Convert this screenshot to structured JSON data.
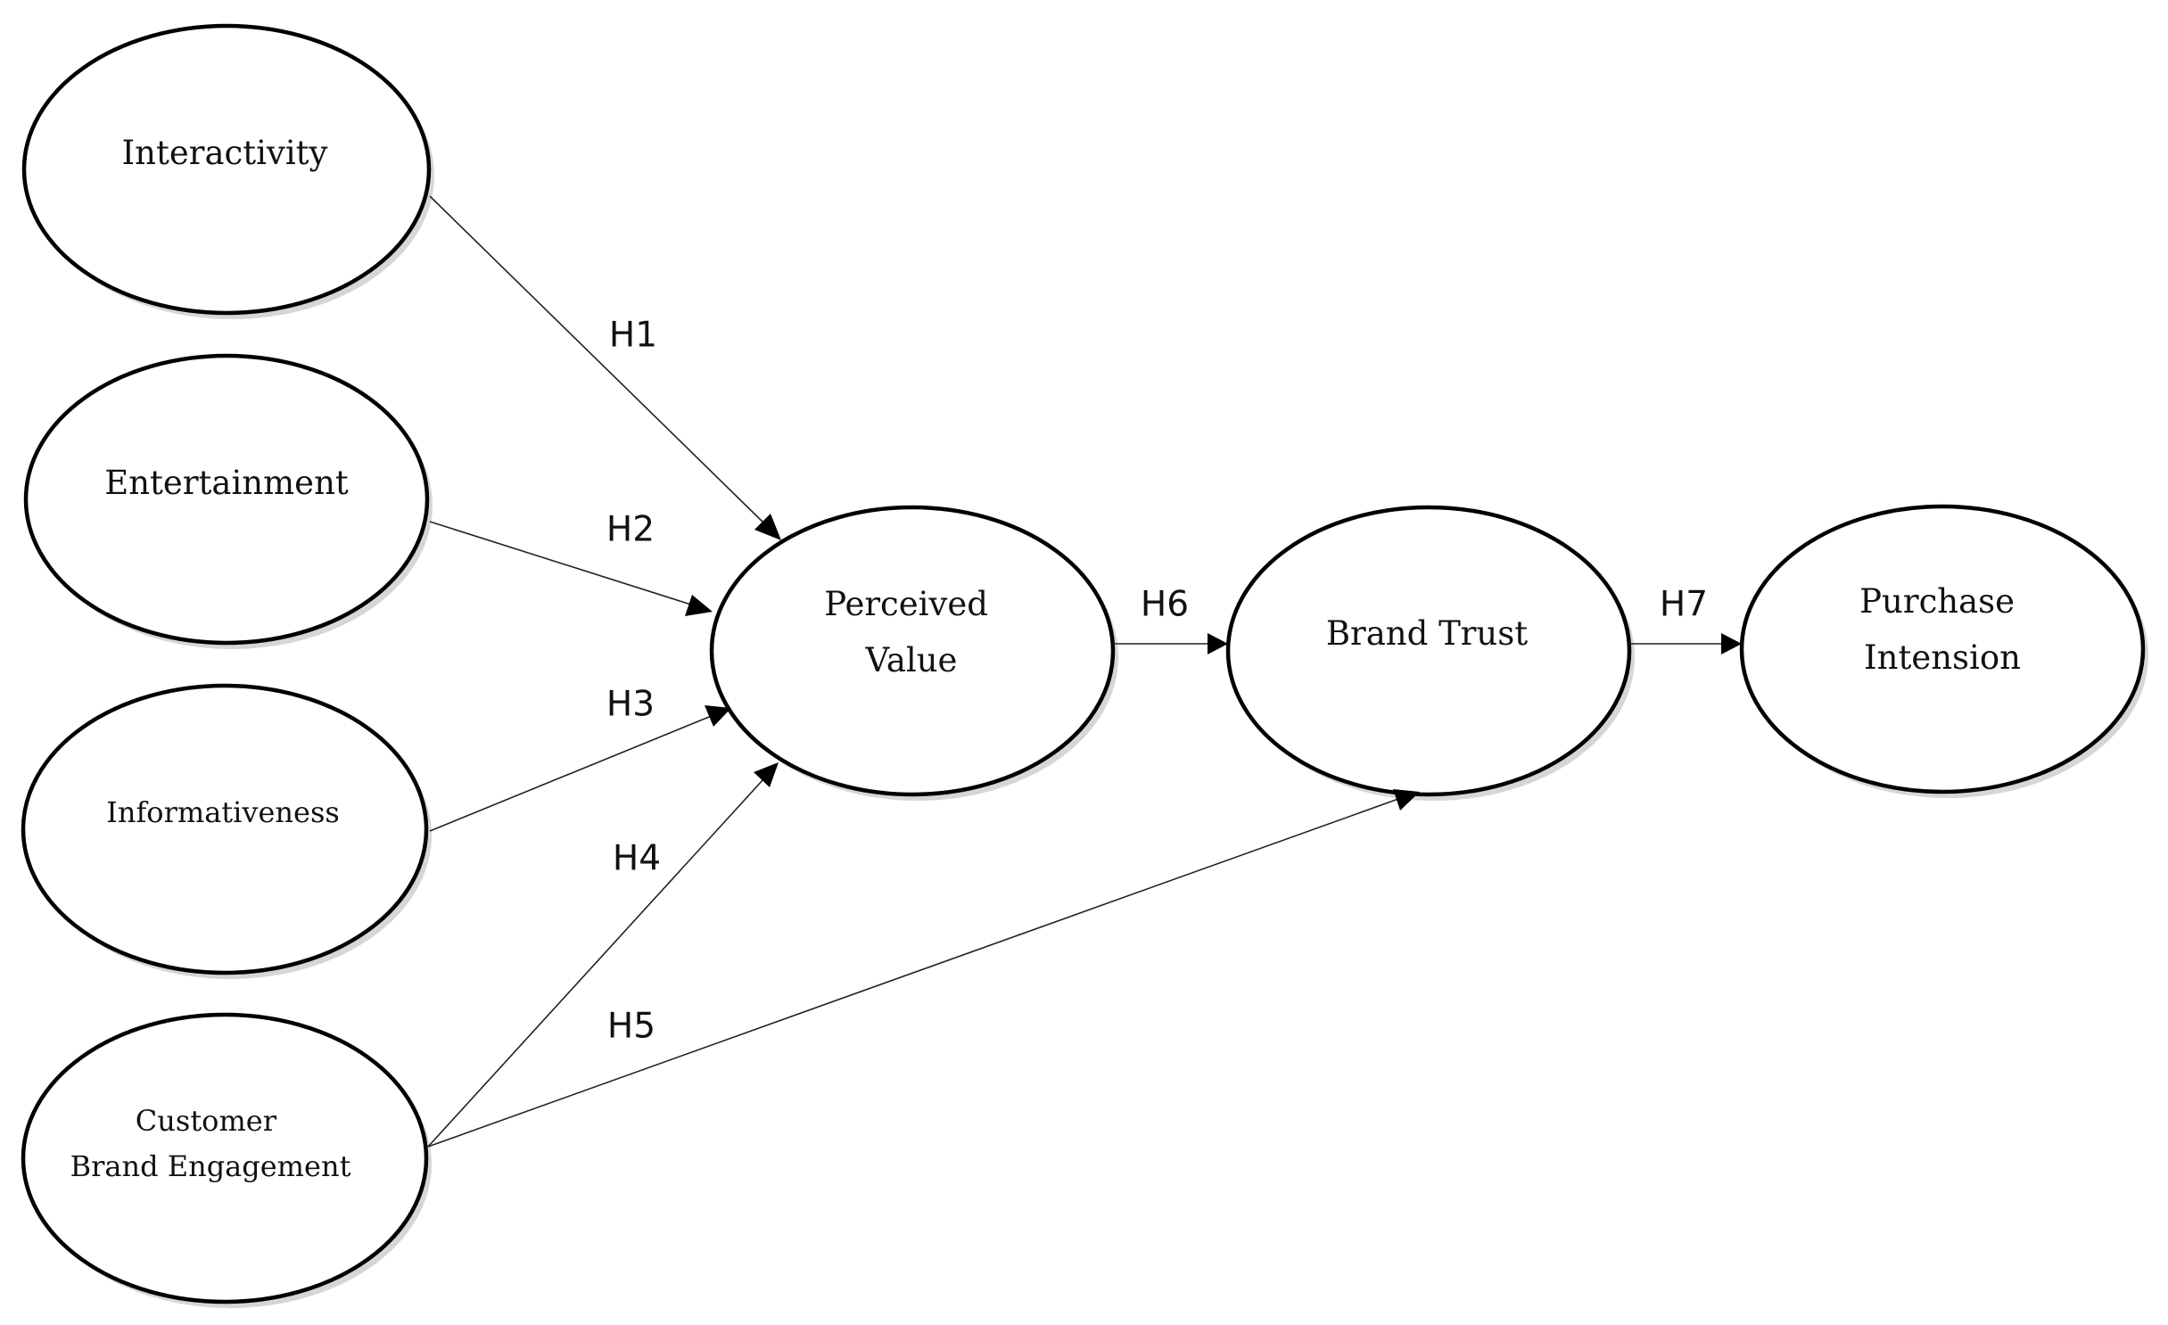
{
  "nodes": {
    "interactivity": {
      "lines": [
        "Interactivity"
      ]
    },
    "entertainment": {
      "lines": [
        "Entertainment"
      ]
    },
    "informativeness": {
      "lines": [
        "Informativeness"
      ]
    },
    "customer_brand_engagement": {
      "lines": [
        "Customer",
        "Brand Engagement"
      ]
    },
    "perceived_value": {
      "lines": [
        "Perceived",
        "Value"
      ]
    },
    "brand_trust": {
      "lines": [
        "Brand Trust"
      ]
    },
    "purchase_intension": {
      "lines": [
        "Purchase",
        "Intension"
      ]
    }
  },
  "edges": [
    {
      "from": "interactivity",
      "to": "perceived_value",
      "label": "H1"
    },
    {
      "from": "entertainment",
      "to": "perceived_value",
      "label": "H2"
    },
    {
      "from": "informativeness",
      "to": "perceived_value",
      "label": "H3"
    },
    {
      "from": "customer_brand_engagement",
      "to": "perceived_value",
      "label": "H4"
    },
    {
      "from": "customer_brand_engagement",
      "to": "brand_trust",
      "label": "H5"
    },
    {
      "from": "perceived_value",
      "to": "brand_trust",
      "label": "H6"
    },
    {
      "from": "brand_trust",
      "to": "purchase_intension",
      "label": "H7"
    }
  ],
  "colors": {
    "stroke": "#000000",
    "text": "#111111",
    "background": "#ffffff"
  }
}
